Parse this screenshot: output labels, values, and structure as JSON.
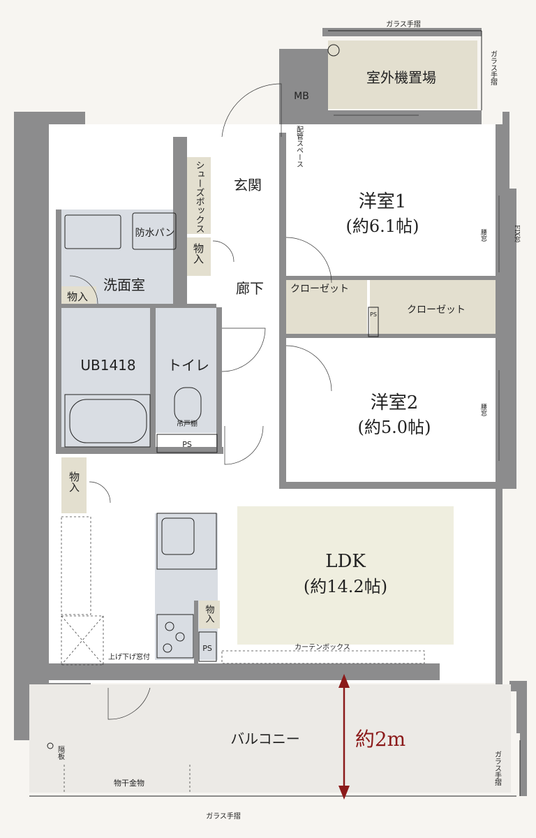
{
  "rooms": {
    "outdoor_unit": "室外機置場",
    "mb": "MB",
    "piping_space": "配管スペース",
    "shoe_box": "シューズボックス",
    "entrance": "玄関",
    "waterproof_pan": "防水パン",
    "storage": "物入",
    "washroom": "洗面室",
    "hallway": "廊下",
    "western1": "洋室1",
    "western1_size": "(約6.1帖)",
    "western2": "洋室2",
    "western2_size": "(約5.0帖)",
    "closet": "クローゼット",
    "ps": "PS",
    "ub": "UB1418",
    "toilet": "トイレ",
    "hanging_shelf": "吊戸棚",
    "ldk": "LDK",
    "ldk_size": "(約14.2帖)",
    "curtain_box": "カーテンボックス",
    "updown_window": "上げ下げ窓付",
    "balcony": "バルコニー",
    "partition": "隔板",
    "laundry_hardware": "物干金物",
    "glass_railing": "ガラス手摺",
    "waist_window": "腰窓",
    "fix_window": "FIX窓",
    "balcony_depth": "約2m"
  },
  "colors": {
    "wall": "#8c8c8d",
    "dimension": "#8b1a1a",
    "ldk_floor": "#efeedf"
  }
}
